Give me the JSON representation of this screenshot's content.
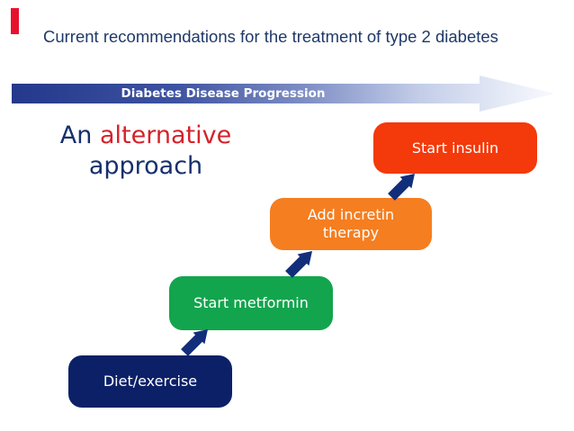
{
  "slide": {
    "accent_bar_color": "#E8112D",
    "title": "Current recommendations for the treatment of type 2 diabetes",
    "title_color": "#1F3968",
    "progression_banner": {
      "label": "Diabetes Disease Progression",
      "gradient_start": "#24388C",
      "gradient_end": "#F8FAFD",
      "text_color": "#FFFFFF"
    },
    "heading": {
      "prefix": "An",
      "highlight": "alternative",
      "line2": "approach",
      "base_color": "#16306E",
      "highlight_color": "#D5222A"
    },
    "steps": [
      {
        "label": "Diet/exercise",
        "color": "#0C2068"
      },
      {
        "label": "Start metformin",
        "color": "#12A54D"
      },
      {
        "label": "Add incretin therapy",
        "color": "#F57E20"
      },
      {
        "label": "Start insulin",
        "color": "#F4390A"
      }
    ],
    "connector_arrow_color": "#122E7B"
  }
}
